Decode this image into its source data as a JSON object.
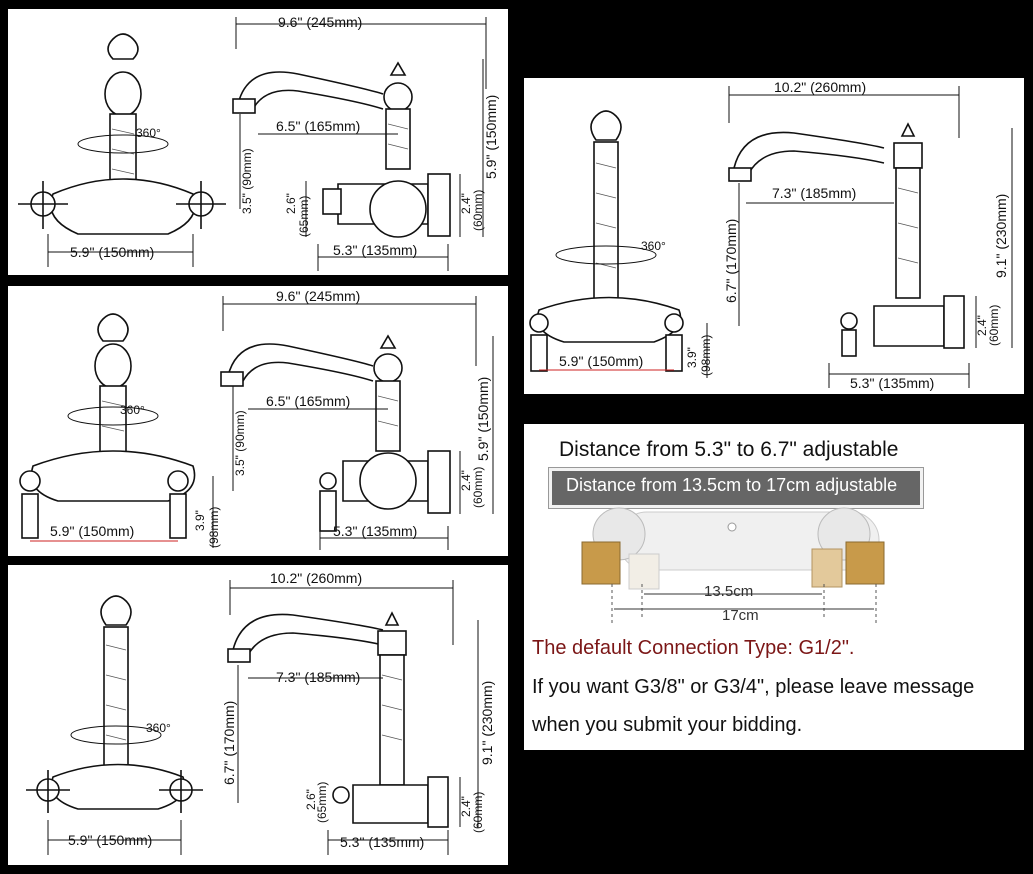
{
  "panels": [
    {
      "spread": "9.6\" (245mm)",
      "reach": "6.5\" (165mm)",
      "spout_drop": "3.5\" (90mm)",
      "total_height": "5.9\" (150mm)",
      "handle_height": "2.6\"",
      "handle_height_mm": "(65mm)",
      "wall_depth": "2.4\"",
      "wall_depth_mm": "(60mm)",
      "base_width": "5.3\" (135mm)",
      "centers": "5.9\" (150mm)",
      "rotation": "360°"
    },
    {
      "spread": "9.6\" (245mm)",
      "reach": "6.5\" (165mm)",
      "spout_drop": "3.5\" (90mm)",
      "total_height": "5.9\" (150mm)",
      "handle_height": "3.9\"",
      "handle_height_mm": "(98mm)",
      "wall_depth": "2.4\"",
      "wall_depth_mm": "(60mm)",
      "base_width": "5.3\" (135mm)",
      "centers": "5.9\" (150mm)",
      "rotation": "360°"
    },
    {
      "spread": "10.2\" (260mm)",
      "reach": "7.3\" (185mm)",
      "spout_drop": "6.7\" (170mm)",
      "total_height": "9.1\" (230mm)",
      "handle_height": "2.6\"",
      "handle_height_mm": "(65mm)",
      "wall_depth": "2.4\"",
      "wall_depth_mm": "(60mm)",
      "base_width": "5.3\" (135mm)",
      "centers": "5.9\" (150mm)",
      "rotation": "360°"
    },
    {
      "spread": "10.2\" (260mm)",
      "reach": "7.3\" (185mm)",
      "spout_drop": "6.7\" (170mm)",
      "total_height": "9.1\" (230mm)",
      "handle_height": "3.9\"",
      "handle_height_mm": "(98mm)",
      "wall_depth": "2.4\"",
      "wall_depth_mm": "(60mm)",
      "base_width": "5.3\" (135mm)",
      "centers": "5.9\" (150mm)",
      "rotation": "360°"
    }
  ],
  "info": {
    "adjustable_in": "Distance from 5.3\" to 6.7\" adjustable",
    "adjustable_cm": "Distance from 13.5cm to 17cm adjustable",
    "inner_cm": "13.5cm",
    "outer_cm": "17cm",
    "default_connection": "The default Connection Type: G1/2\".",
    "option_line1": "If you want G3/8\" or G3/4\", please leave message",
    "option_line2": "when you submit your bidding."
  },
  "colors": {
    "background": "#000000",
    "panel": "#ffffff",
    "connection_text": "#7b1616",
    "gray_bar": "#666666",
    "brass": "#c89a4a",
    "centers_line": "#cc2222"
  }
}
